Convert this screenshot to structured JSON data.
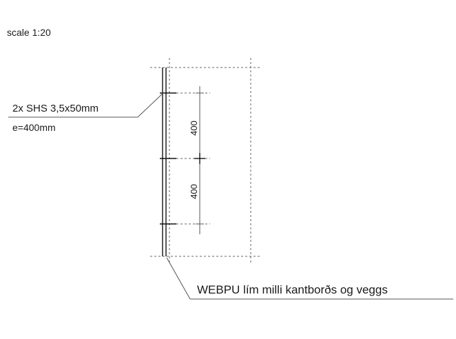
{
  "scale": "scale 1:20",
  "profile_label": "2x SHS 3,5x50mm",
  "spacing_label": "e=400mm",
  "dim_top": "400",
  "dim_bottom": "400",
  "note_label": "WEBPU lím milli kantborðs og veggs"
}
